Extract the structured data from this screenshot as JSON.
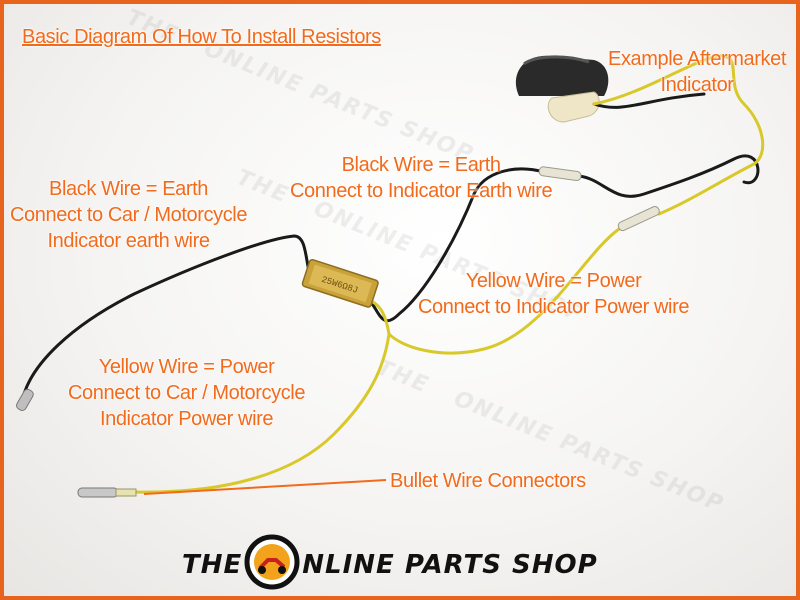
{
  "title": "Basic Diagram Of How To Install Resistors",
  "labels": {
    "aftermarket": [
      "Example Aftermarket",
      "Indicator"
    ],
    "black_top": [
      "Black Wire = Earth",
      "Connect to Indicator Earth wire"
    ],
    "black_left": [
      "Black Wire = Earth",
      "Connect to Car / Motorcycle",
      "Indicator earth wire"
    ],
    "yellow_right": [
      "Yellow Wire = Power",
      "Connect to Indicator Power wire"
    ],
    "yellow_left": [
      "Yellow Wire = Power",
      "Connect to Car / Motorcycle",
      "Indicator Power wire"
    ],
    "bullet": "Bullet Wire Connectors"
  },
  "resistor_marking": "25W6Ω8J",
  "logo": {
    "word1": "THE",
    "word2": "NLINE PARTS SHOP"
  },
  "colors": {
    "label": "#f26a1b",
    "border": "#e8641e",
    "black_wire": "#1a1a1a",
    "yellow_wire": "#d9c82a",
    "resistor": "#c9a23a",
    "logo_text": "#111111"
  }
}
